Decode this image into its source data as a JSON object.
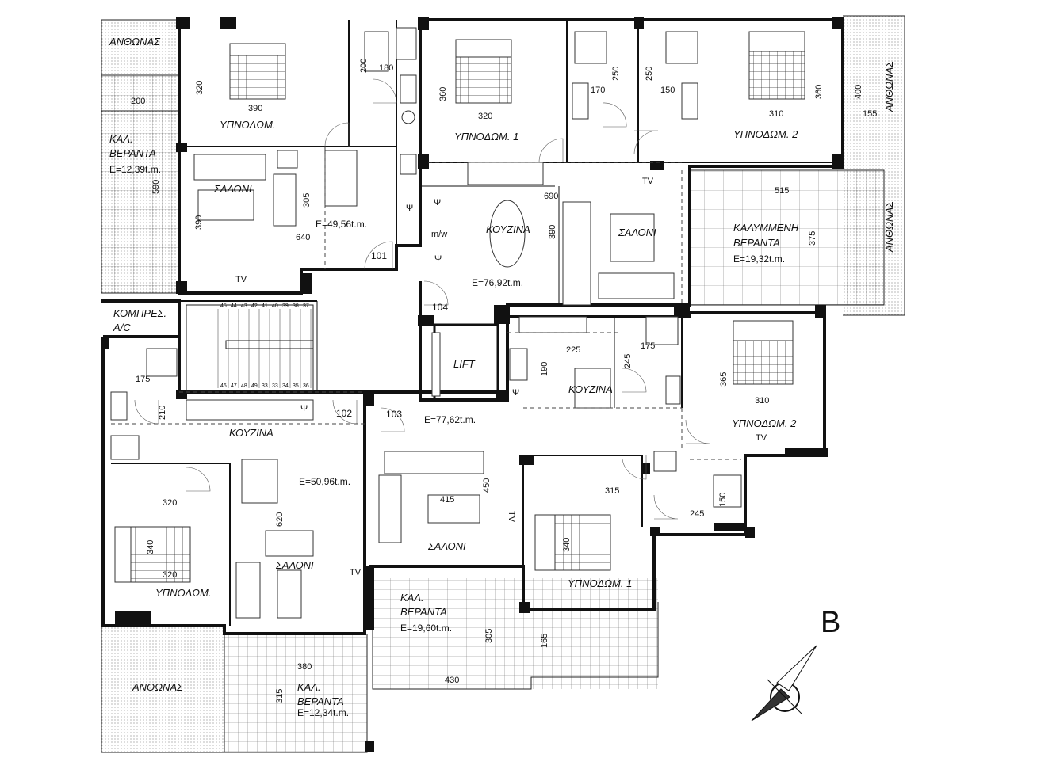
{
  "block_letter": "B",
  "units": [
    {
      "id": "101",
      "area": "E=49,56t.m."
    },
    {
      "id": "104",
      "area": "E=76,92t.m."
    },
    {
      "id": "102",
      "area": "E=50,96t.m."
    },
    {
      "id": "103",
      "area": "E=77,62t.m."
    }
  ],
  "rooms": {
    "garden_top_left": "ΑΝΘΩΝΑΣ",
    "bed_101": "ΥΠΝΟΔΩΜ.",
    "veranda_101_a": "ΚΑΛ.",
    "veranda_101_b": "ΒΕΡΑΝΤΑ",
    "veranda_101_area": "E=12,39t.m.",
    "living_101": "ΣΑΛΟΝΙ",
    "bed1_104": "ΥΠΝΟΔΩΜ. 1",
    "bed2_104": "ΥΠΝΟΔΩΜ. 2",
    "garden_top_right": "ΑΝΘΩΝΑΣ",
    "kitchen_104": "ΚΟΥΖΙΝΑ",
    "living_104": "ΣΑΛΟΝΙ",
    "covered_veranda_a": "ΚΑΛΥΜΜΕΝΗ",
    "covered_veranda_b": "ΒΕΡΑΝΤΑ",
    "covered_veranda_area": "E=19,32t.m.",
    "garden_right": "ΑΝΘΩΝΑΣ",
    "compressor_a": "ΚΟΜΠΡΕΣ.",
    "compressor_b": "A/C",
    "lift": "LIFT",
    "kitchen_103": "ΚΟΥΖΙΝΑ",
    "bed2_103": "ΥΠΝΟΔΩΜ. 2",
    "kitchen_102": "ΚΟΥΖΙΝΑ",
    "bed_102": "ΥΠΝΟΔΩΜ.",
    "living_102": "ΣΑΛΟΝΙ",
    "living_103": "ΣΑΛΟΝΙ",
    "bed1_103": "ΥΠΝΟΔΩΜ. 1",
    "veranda_103_a": "ΚΑΛ.",
    "veranda_103_b": "ΒΕΡΑΝΤΑ",
    "veranda_103_area": "E=19,60t.m.",
    "garden_bottom_left": "ΑΝΘΩΝΑΣ",
    "veranda_102_a": "ΚΑΛ.",
    "veranda_102_b": "ΒΕΡΑΝΤΑ",
    "veranda_102_area": "E=12,34t.m."
  },
  "appliance_labels": {
    "tv": "TV",
    "mw": "m/w",
    "fridge": "Ψ"
  },
  "dimensions": {
    "d320a": "320",
    "d390a": "390",
    "d200a": "200",
    "d180": "180",
    "d590": "590",
    "d390b": "390",
    "d305a": "305",
    "d640": "640",
    "d360a": "360",
    "d320b": "320",
    "d250a": "250",
    "d170": "170",
    "d250b": "250",
    "d150a": "150",
    "d310a": "310",
    "d360b": "360",
    "d400": "400",
    "d155": "155",
    "d690": "690",
    "d390c": "390",
    "d515": "515",
    "d375": "375",
    "d175a": "175",
    "d210": "210",
    "d225": "225",
    "d190": "190",
    "d245a": "245",
    "d175b": "175",
    "d365": "365",
    "d310b": "310",
    "d320c": "320",
    "d340a": "340",
    "d320d": "320",
    "d620": "620",
    "d415": "415",
    "d450": "450",
    "d315a": "315",
    "d340b": "340",
    "d150b": "150",
    "d245b": "245",
    "d380": "380",
    "d315b": "315",
    "d430": "430",
    "d305b": "305",
    "d165": "165"
  },
  "stairs": {
    "upper": [
      "45",
      "44",
      "43",
      "42",
      "41",
      "40",
      "39",
      "38",
      "37"
    ],
    "lower": [
      "46",
      "47",
      "48",
      "49",
      "33",
      "33",
      "34",
      "35",
      "36"
    ]
  }
}
